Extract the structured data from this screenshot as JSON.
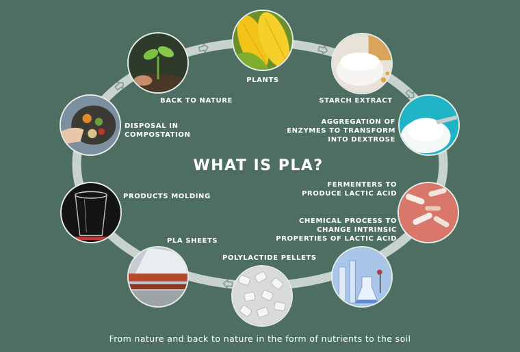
{
  "title": "WHAT IS PLA?",
  "footer": "From nature and back to nature in the form of nutrients to the soil",
  "colors": {
    "background": "#4e6e62",
    "ring": "#c9d3ce",
    "text": "#ffffff"
  },
  "steps": [
    {
      "label": "PLANTS",
      "icon": "corn-icon"
    },
    {
      "label": "STARCH EXTRACT",
      "icon": "starch-bowl-icon"
    },
    {
      "label": "AGGREGATION OF\nENZYMES TO TRANSFORM\nINTO DEXTROSE",
      "icon": "dextrose-powder-icon"
    },
    {
      "label": "FERMENTERS TO\nPRODUCE LACTIC ACID",
      "icon": "bacteria-icon"
    },
    {
      "label": "CHEMICAL PROCESS TO\nCHANGE INTRINSIC\nPROPERTIES OF LACTIC ACID",
      "icon": "lab-glassware-icon"
    },
    {
      "label": "POLYLACTIDE PELLETS",
      "icon": "pellets-icon"
    },
    {
      "label": "PLA SHEETS",
      "icon": "sheet-rolls-icon"
    },
    {
      "label": "PRODUCTS MOLDING",
      "icon": "plastic-cup-icon"
    },
    {
      "label": "DISPOSAL IN\nCOMPOSTATION",
      "icon": "compost-bin-icon"
    },
    {
      "label": "BACK TO NATURE",
      "icon": "sprout-icon"
    }
  ]
}
